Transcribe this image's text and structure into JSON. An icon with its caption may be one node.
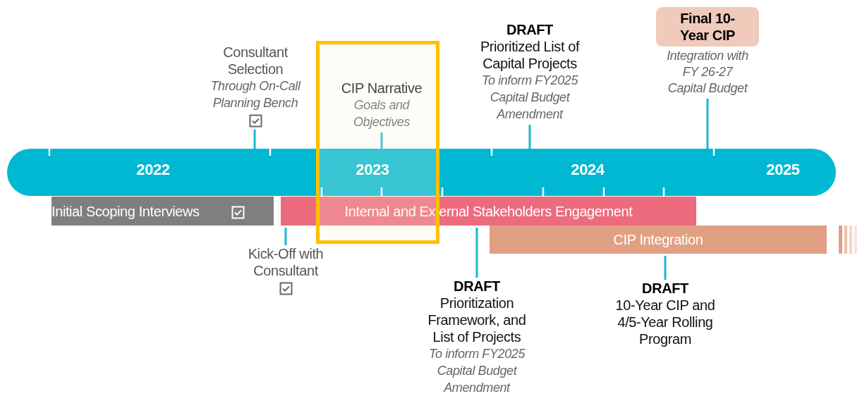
{
  "diagram": {
    "nodes": [
      {
        "text": [
          "2022",
          "2023",
          "2024",
          "2025"
        ]
      },
      {
        "text": [
          "Initial Scoping Interviews"
        ]
      },
      {
        "text": [
          "Internal and External Stakeholders Engagement"
        ]
      },
      {
        "text": [
          "CIP Integration"
        ]
      },
      {
        "text": [
          "CIP Narrative",
          "Goals and Objectives"
        ]
      },
      {
        "text": [
          "Consultant Selection",
          "Through On-Call Planning Bench"
        ]
      },
      {
        "text": [
          "DRAFT",
          "Prioritized List of Capital Projects",
          "To inform FY2025 Capital Budget Amendment"
        ]
      },
      {
        "text": [
          "Final 10-Year CIP"
        ],
        "beside": [
          "Integration with FY 26-27 Capital Budget"
        ]
      },
      {
        "text": [
          "Kick-Off with Consultant"
        ]
      },
      {
        "text": [
          "DRAFT",
          "Prioritization Framework, and List of Projects",
          "To inform FY2025 Capital Budget Amendment"
        ]
      },
      {
        "text": [
          "DRAFT",
          "10-Year CIP and 4/5-Year Rolling Program"
        ]
      }
    ],
    "edges": [
      {
        "from": 4,
        "to": 0,
        "arrow": "none"
      },
      {
        "from": 5,
        "to": 0,
        "arrow": "none"
      },
      {
        "from": 6,
        "to": 0,
        "arrow": "none"
      },
      {
        "from": 7,
        "to": 0,
        "arrow": "none"
      },
      {
        "from": 2,
        "to": 8,
        "arrow": "none"
      },
      {
        "from": 2,
        "to": 9,
        "arrow": "none"
      },
      {
        "from": 3,
        "to": 10,
        "arrow": "none"
      }
    ]
  }
}
